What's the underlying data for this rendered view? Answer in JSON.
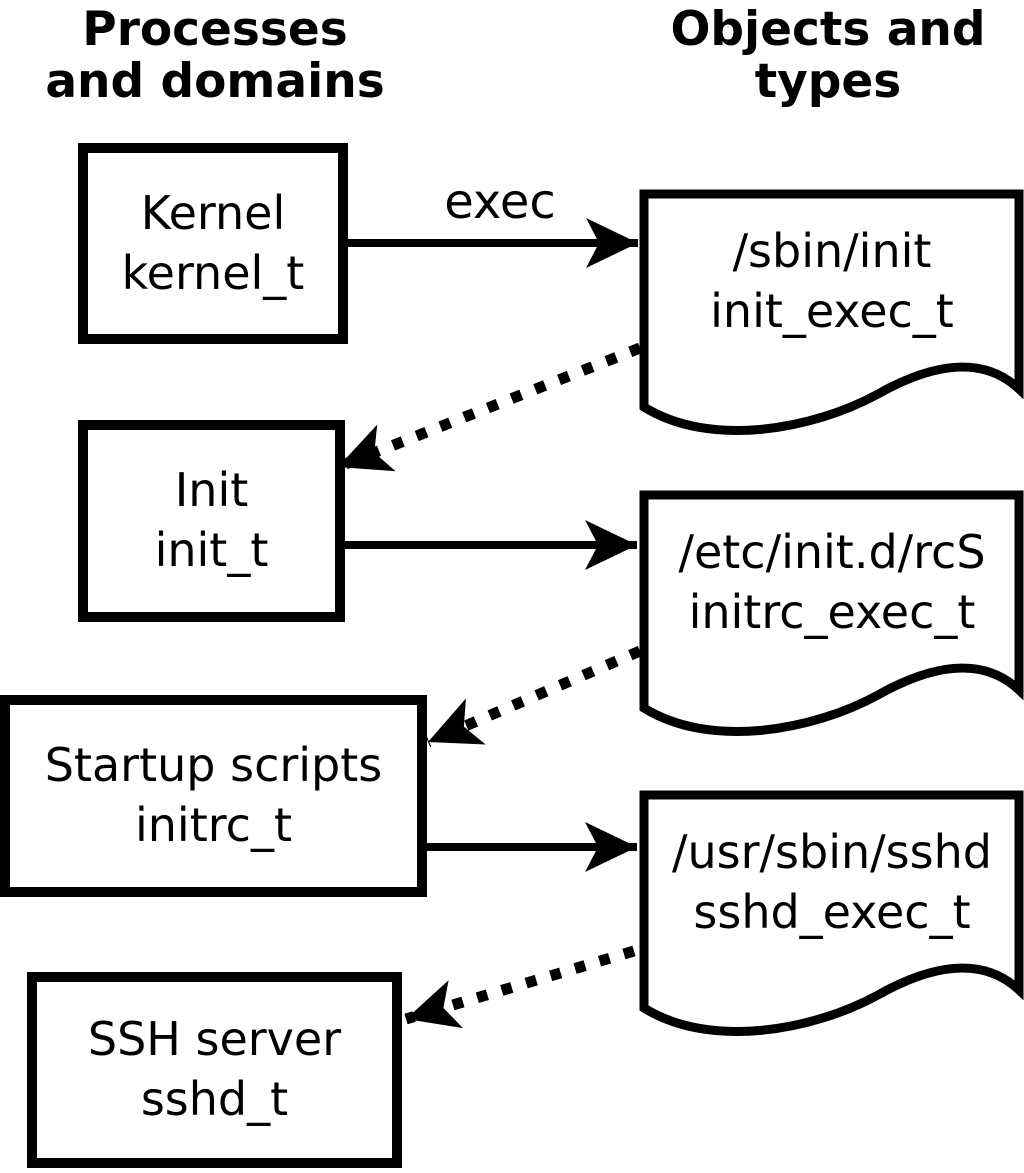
{
  "headers": {
    "processes_line1": "Processes",
    "processes_line2": "and domains",
    "objects_line1": "Objects and",
    "objects_line2": "types"
  },
  "process_nodes": [
    {
      "label": "Kernel",
      "domain": "kernel_t"
    },
    {
      "label": "Init",
      "domain": "init_t"
    },
    {
      "label": "Startup scripts",
      "domain": "initrc_t"
    },
    {
      "label": "SSH server",
      "domain": "sshd_t"
    }
  ],
  "object_nodes": [
    {
      "path": "/sbin/init",
      "type": "init_exec_t"
    },
    {
      "path": "/etc/init.d/rcS",
      "type": "initrc_exec_t"
    },
    {
      "path": "/usr/sbin/sshd",
      "type": "sshd_exec_t"
    }
  ],
  "edges": {
    "exec_label": "exec",
    "solid": [
      {
        "from": "kernel_t",
        "to": "/sbin/init",
        "label": "exec"
      },
      {
        "from": "init_t",
        "to": "/etc/init.d/rcS",
        "label": ""
      },
      {
        "from": "initrc_t",
        "to": "/usr/sbin/sshd",
        "label": ""
      }
    ],
    "dotted": [
      {
        "from": "/sbin/init",
        "to": "init_t"
      },
      {
        "from": "/etc/init.d/rcS",
        "to": "initrc_t"
      },
      {
        "from": "/usr/sbin/sshd",
        "to": "sshd_t"
      }
    ]
  },
  "colors": {
    "ink": "#000000",
    "background": "#ffffff"
  }
}
